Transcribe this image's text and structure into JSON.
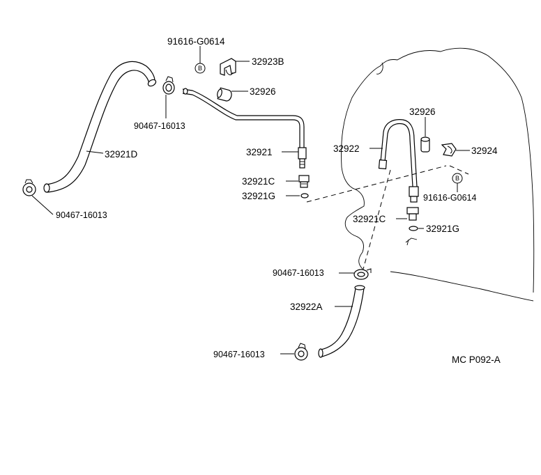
{
  "labels": {
    "bolt_top": "91616-G0614",
    "clamp_top": "32923B",
    "bolt_marker": "B",
    "hose_clamp_top": "90467-16013",
    "sleeve_top": "32926",
    "hose_d": "32921D",
    "hose_clamp_left": "90467-16013",
    "tube_32921": "32921",
    "union_c_left": "32921C",
    "gasket_g_left": "32921G",
    "sleeve_right": "32926",
    "tube_32922": "32922",
    "clamp_right": "32924",
    "bolt_right": "91616-G0614",
    "union_c_right": "32921C",
    "gasket_g_right": "32921G",
    "hose_clamp_mid": "90467-16013",
    "hose_a": "32922A",
    "hose_clamp_bottom": "90467-16013",
    "diagram_code": "MC P092-A"
  }
}
